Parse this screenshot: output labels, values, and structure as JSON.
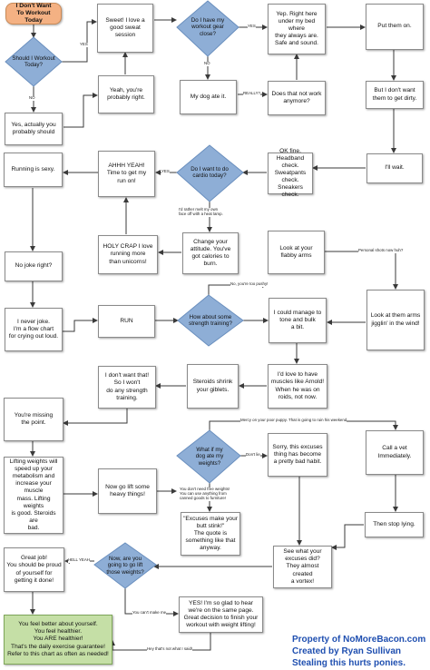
{
  "nodes": {
    "start": "I Don't Want\nTo Workout Today",
    "q_should_workout": "Should I Workout\nToday?",
    "yes_actually": "Yes, actually you\nprobably should",
    "probably_right": "Yeah, you're\nprobably right.",
    "sweet": "Sweet! I love a\ngood sweat session",
    "q_gear_close": "Do I have my\nworkout gear\nclose?",
    "yep_right_here": "Yep. Right here\nunder my bed where\nthey always are.\nSafe and sound.",
    "put_them_on": "Put them on.",
    "dog_ate": "My dog ate it.",
    "does_that_work": "Does that not work\nanymore?",
    "dirty": "But I don't want\nthem to get dirty.",
    "wait": "I'll wait.",
    "ok_fine": "OK fine.\nHeadband check.\nSweatpants check.\nSneakers check.",
    "q_cardio": "Do I want to do\ncardio today?",
    "ahhh_yeah": "AHHH YEAH!\nTime to get my\nrun on!",
    "running_sexy": "Running is sexy.",
    "holy_crap": "HOLY CRAP I love\nrunning more\nthan unicorns!",
    "change_attitude": "Change your\nattitude. You've\ngot calories to burn.",
    "flabby_arms": "Look at your\nflabby arms",
    "no_joke": "No joke right?",
    "never_joke": "I never joke.\nI'm a flow chart\nfor crying out loud.",
    "run": "RUN",
    "q_strength": "How about some\nstrength training?",
    "tone_bulk": "I could manage to\ntone and bulk\na bit.",
    "arms_jigglin": "Look at them arms\njigglin' in the wind!",
    "dont_want_that": "I don't want that!\nSo I won't\ndo any strength\ntraining.",
    "steroids_shrink": "Steroids shrink\nyour giblets.",
    "like_arnold": "I'd love to have\nmuscles like Arnold!\nWhen he was on\nroids, not now.",
    "missing_point": "You're missing\nthe point.",
    "lifting_weights": "Lifting weights will\nspeed up your\nmetabolism and\nincrease your muscle\nmass. Lifting weights\nis good. Steroids are\nbad.",
    "go_lift": "Now go lift some\nheavy things!",
    "q_dog_weights": "What if my\ndog ate my\nweights?",
    "sorry_excuses": "Sorry, this excuses\nthing has become\na pretty bad habit.",
    "call_vet": "Call a vet\nImmediately.",
    "excuses_stink": "\"Excuses make your\nbutt stink!\"\nThe quote is\nsomething like that\nanyway.",
    "stop_lying": "Then stop lying.",
    "see_what": "See what your\nexcuses did?\nThey almost created\na vortex!",
    "great_job": "Great job!\nYou should be proud\nof yourself for\ngetting it done!",
    "q_lift_weights": "Now, are you\ngoing to go lift\nthose weights?",
    "so_glad": "YES! I'm so glad to hear\nwe're on the same page.\nGreat decision to finish your\nworkout with weight lifting!",
    "feel_better": "You feel better about yourself.\nYou feel healthier.\nYou ARE healthier!\nThat's the daily exercise guarantee!\nRefer to this chart as often as needed!"
  },
  "labels": {
    "yes_1": "YES",
    "no_1": "NO",
    "yes_2": "YES",
    "no_2": "NO",
    "really": "REALLY?",
    "yes_3": "YES",
    "melt_face": "I'd rather melt my own\nface off with a heat lamp.",
    "too_pushy": "No, you're too pushy!",
    "personal_shots": "Personal shots now huh?",
    "mercy_puppy": "Mercy on your poor puppy. That is going to ruin his weekend",
    "dont_lie": "Don't lie",
    "no_free_weights": "You don't need free weights!\nYou can use anything from\ncanned goods to furniture!",
    "hell_yeah": "HELL YEAH",
    "cant_make_me": "You can't make me",
    "hey_not_what": "Hey that's not what I said!"
  },
  "credits": {
    "prefix": "Property of ",
    "site": "NoMoreBacon.com",
    "author": "Created by Ryan Sullivan",
    "tagline": "Stealing this hurts ponies."
  },
  "colors": {
    "start_fill": "#f4b183",
    "decision_fill": "#8eaed6",
    "final_fill": "#c5dfa6",
    "credits_text": "#1f4fb0"
  }
}
